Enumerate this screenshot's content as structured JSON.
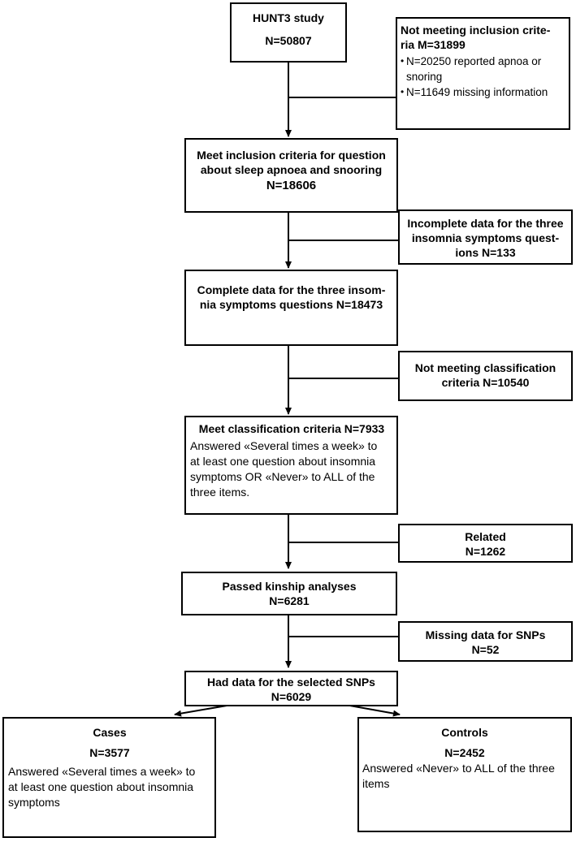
{
  "boxes": {
    "hunt3": {
      "title": "HUNT3 study",
      "n": "N=50807"
    },
    "excluded_inclusion": {
      "title_line1": "Not meeting inclusion crite-",
      "title_line2": "ria M=31899",
      "items": [
        "N=20250 reported apnoa or snoring",
        "N=11649 missing information"
      ]
    },
    "inclusion": {
      "line1": "Meet inclusion criteria for question",
      "line2": "about sleep apnoea and snooring",
      "n": "N=18606"
    },
    "incomplete": {
      "line1": "Incomplete data for the three",
      "line2": "insomnia symptoms quest-",
      "line3": "ions N=133"
    },
    "complete": {
      "line1": "Complete data for the three insom-",
      "line2": "nia symptoms questions N=18473"
    },
    "not_classified": {
      "line1": "Not meeting classification",
      "line2": "criteria N=10540"
    },
    "classified": {
      "title": "Meet classification criteria N=7933",
      "body": [
        "Answered «Several times a week» to",
        "at least one question about insomnia",
        "symptoms OR «Never» to ALL of the",
        "three items."
      ]
    },
    "related": {
      "title": "Related",
      "n": "N=1262"
    },
    "kinship": {
      "title": "Passed kinship analyses",
      "n": "N=6281"
    },
    "missing_snps": {
      "title": "Missing data for SNPs",
      "n": "N=52"
    },
    "had_snps": {
      "title": "Had data for the selected SNPs",
      "n": "N=6029"
    },
    "cases": {
      "title": "Cases",
      "n": "N=3577",
      "body": [
        "Answered «Several times a week» to",
        "at least one question about insomnia",
        "symptoms"
      ]
    },
    "controls": {
      "title": "Controls",
      "n": "N=2452",
      "body": [
        "Answered «Never» to ALL of the three",
        "items"
      ]
    }
  }
}
